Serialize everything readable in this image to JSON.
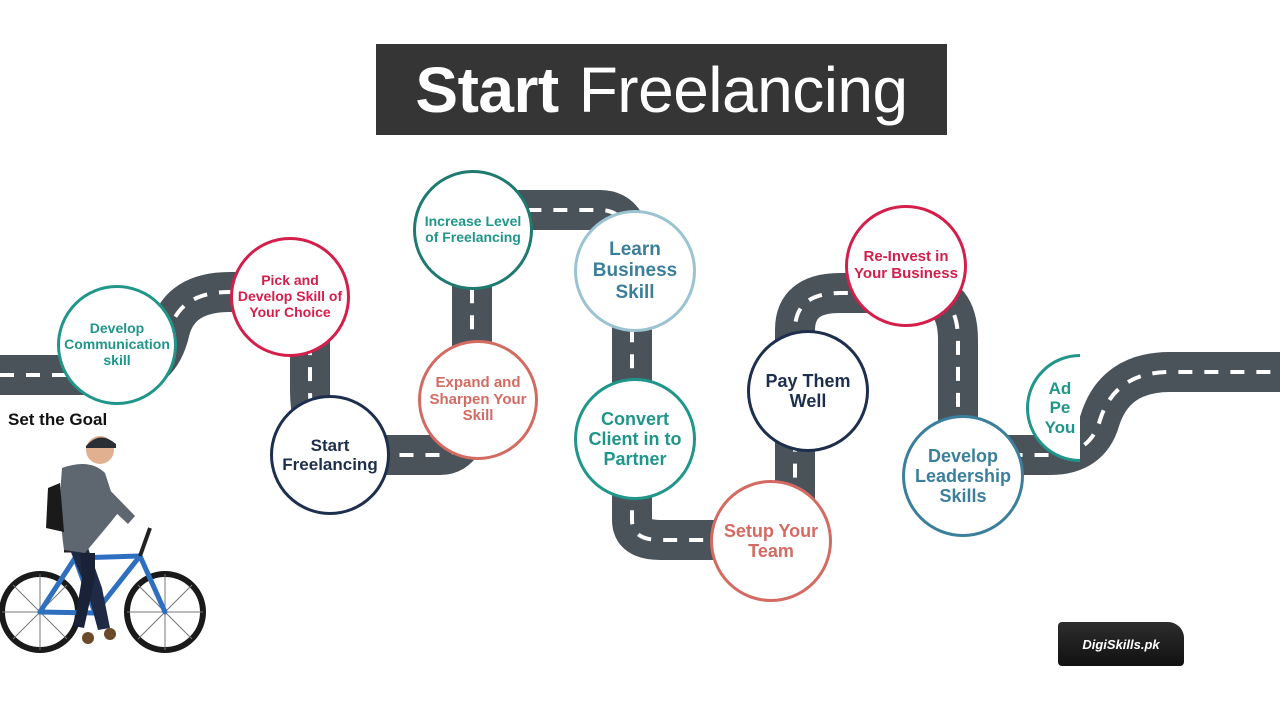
{
  "title": {
    "bold": "Start",
    "light": "Freelancing"
  },
  "goal_label": "Set the Goal",
  "logo_text": "DigiSkills.pk",
  "colors": {
    "road": "#4a535a",
    "teal": "#20968a",
    "crimson": "#d31f4a",
    "navy": "#1e2f4e",
    "salmon": "#d46b62",
    "steel": "#3b7f9c",
    "title_bg": "#353535"
  },
  "steps": [
    {
      "id": "develop-communication",
      "text": "Develop Communication skill",
      "color": "teal"
    },
    {
      "id": "pick-skill",
      "text": "Pick and Develop Skill of Your Choice",
      "color": "crimson"
    },
    {
      "id": "start-freelancing",
      "text": "Start Freelancing",
      "color": "navy"
    },
    {
      "id": "expand-skill",
      "text": "Expand and Sharpen Your Skill",
      "color": "salmon"
    },
    {
      "id": "increase-level",
      "text": "Increase Level of Freelancing",
      "color": "teal"
    },
    {
      "id": "learn-business",
      "text": "Learn Business Skill",
      "color": "steel"
    },
    {
      "id": "convert-client",
      "text": "Convert Client in to Partner",
      "color": "teal"
    },
    {
      "id": "setup-team",
      "text": "Setup Your Team",
      "color": "salmon"
    },
    {
      "id": "pay-them",
      "text": "Pay Them Well",
      "color": "navy"
    },
    {
      "id": "reinvest",
      "text": "Re-Invest in Your Business",
      "color": "crimson"
    },
    {
      "id": "leadership",
      "text": "Develop Leadership Skills",
      "color": "steel"
    },
    {
      "id": "partial",
      "text": "Ad Pe You",
      "color": "teal"
    }
  ]
}
